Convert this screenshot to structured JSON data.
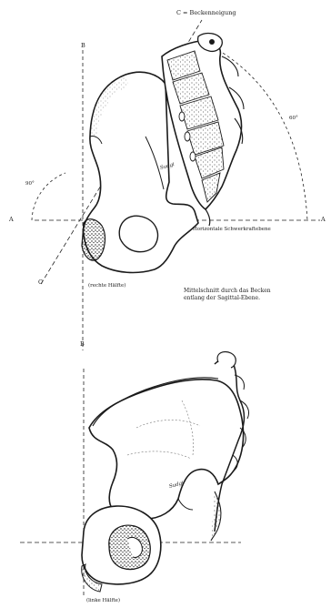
{
  "top_figure": {
    "axis_labels": {
      "a_left": "A",
      "a_right": "A",
      "b_top": "B",
      "b_bottom": "B",
      "c_bottom": "C",
      "c_top": "C"
    },
    "c_title": "C = Beckenneigung",
    "angle_left": "90°",
    "angle_right": "60°",
    "horizontal_caption": "Horizontale Schwerkraftebene",
    "half_label": "(rechte Hälfte)",
    "caption_line1": "Mittelschnitt durch das Becken",
    "caption_line2": "entlang der Sagittal-Ebene.",
    "signature": "Sudgi"
  },
  "bottom_figure": {
    "half_label": "(linke Hälfte)",
    "signature": "Sudgi"
  },
  "colors": {
    "ink": "#1a1a1a",
    "paper": "#ffffff"
  }
}
